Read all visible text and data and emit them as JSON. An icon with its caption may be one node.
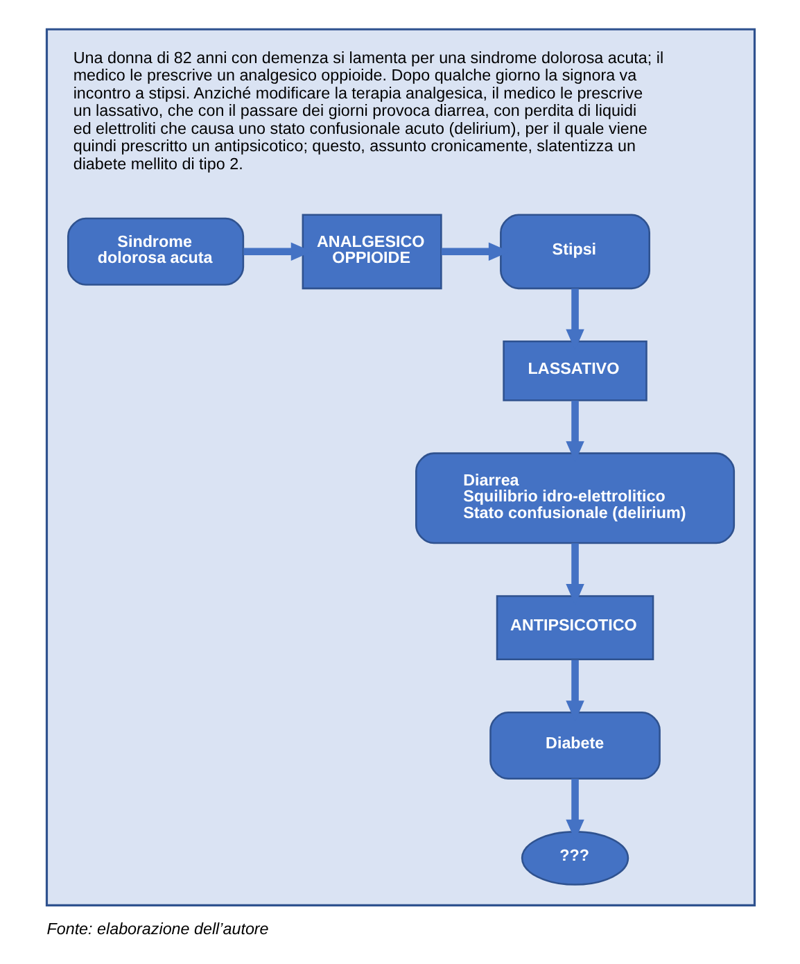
{
  "diagram": {
    "caption": "Fonte: elaborazione dell’autore",
    "nodes": [
      {
        "text": [
          "Una donna di 82 anni con demenza si lamenta per una sindrome dolorosa acuta; il medico le prescrive un analgesico oppioide. Dopo qualche giorno la signora va incontro a stipsi. Anziché modificare la terapia analgesica, il medico le prescrive un lassativo, che con il passare dei giorni provoca diarrea, con perdita di liquidi ed elettroliti che causa uno stato confusionale acuto (delirium), per il quale viene quindi prescritto un antipsicotico; questo, assunto cronicamente, slatentizza un diabete mellito di tipo 2."
        ]
      },
      {
        "text": [
          "Sindrome dolorosa acuta"
        ],
        "in": 0
      },
      {
        "text": [
          "ANALGESICO OPPIOIDE"
        ],
        "in": 0
      },
      {
        "text": [
          "Stipsi"
        ],
        "in": 0
      },
      {
        "text": [
          "LASSATIVO"
        ],
        "in": 0
      },
      {
        "text": [
          "Diarrea",
          "Squilibrio idro-elettrolitico",
          "Stato confusionale (delirium)"
        ],
        "in": 0
      },
      {
        "text": [
          "ANTIPSICOTICO"
        ],
        "in": 0
      },
      {
        "text": [
          "Diabete"
        ],
        "in": 0
      },
      {
        "text": [
          "???"
        ],
        "in": 0
      }
    ],
    "edges": [
      {
        "from": 1,
        "to": 2,
        "arrow": "to"
      },
      {
        "from": 2,
        "to": 3,
        "arrow": "to"
      },
      {
        "from": 3,
        "to": 4,
        "arrow": "to"
      },
      {
        "from": 4,
        "to": 5,
        "arrow": "to"
      },
      {
        "from": 5,
        "to": 6,
        "arrow": "to"
      },
      {
        "from": 6,
        "to": 7,
        "arrow": "to"
      },
      {
        "from": 7,
        "to": 8,
        "arrow": "to"
      }
    ]
  }
}
